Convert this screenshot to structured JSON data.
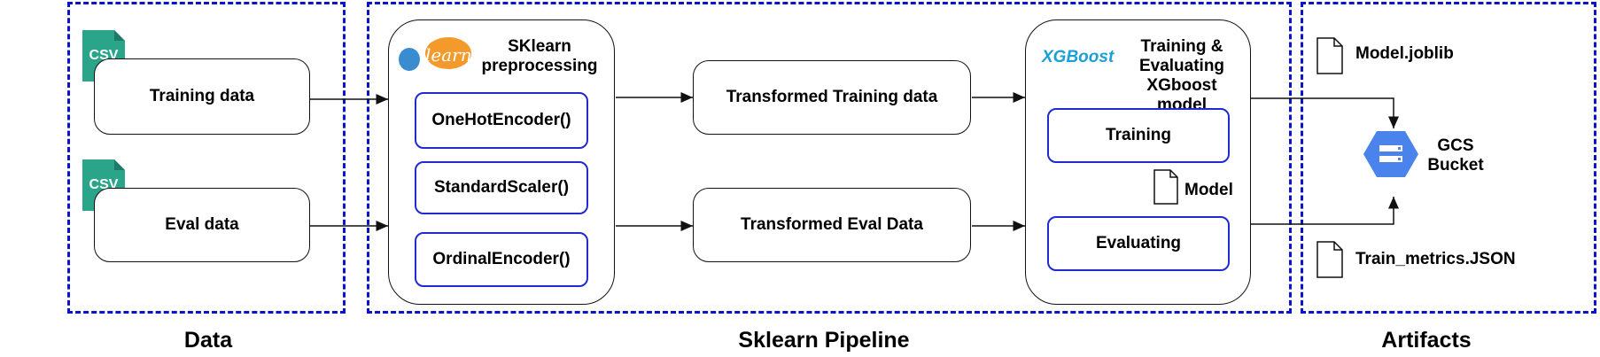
{
  "sections": {
    "data": "Data",
    "pipeline": "Sklearn Pipeline",
    "artifacts": "Artifacts"
  },
  "data_files": {
    "csv_badge": "CSV",
    "training": "Training data",
    "eval": "Eval data"
  },
  "preprocess": {
    "title": "SKlearn\npreprocessing",
    "logo_text": "learn",
    "steps": [
      "OneHotEncoder()",
      "StandardScaler()",
      "OrdinalEncoder()"
    ]
  },
  "transformed": {
    "training": "Transformed Training data",
    "eval": "Transformed Eval Data"
  },
  "xgb": {
    "logo": "XGBoost",
    "title": "Training &\nEvaluating\nXGboost model",
    "training": "Training",
    "evaluating": "Evaluating",
    "model_label": "Model"
  },
  "artifacts": {
    "model_file": "Model.joblib",
    "bucket": "GCS\nBucket",
    "metrics_file": "Train_metrics.JSON"
  },
  "colors": {
    "dashed_border": "#0a14c8",
    "inner_box_border": "#1f2bd0",
    "csv_green": "#2aa58a",
    "gcs_blue": "#4a83ec",
    "xgb_blue": "#1a9fd6",
    "sk_orange": "#f39a2b",
    "sk_blue": "#3a8cd0"
  }
}
